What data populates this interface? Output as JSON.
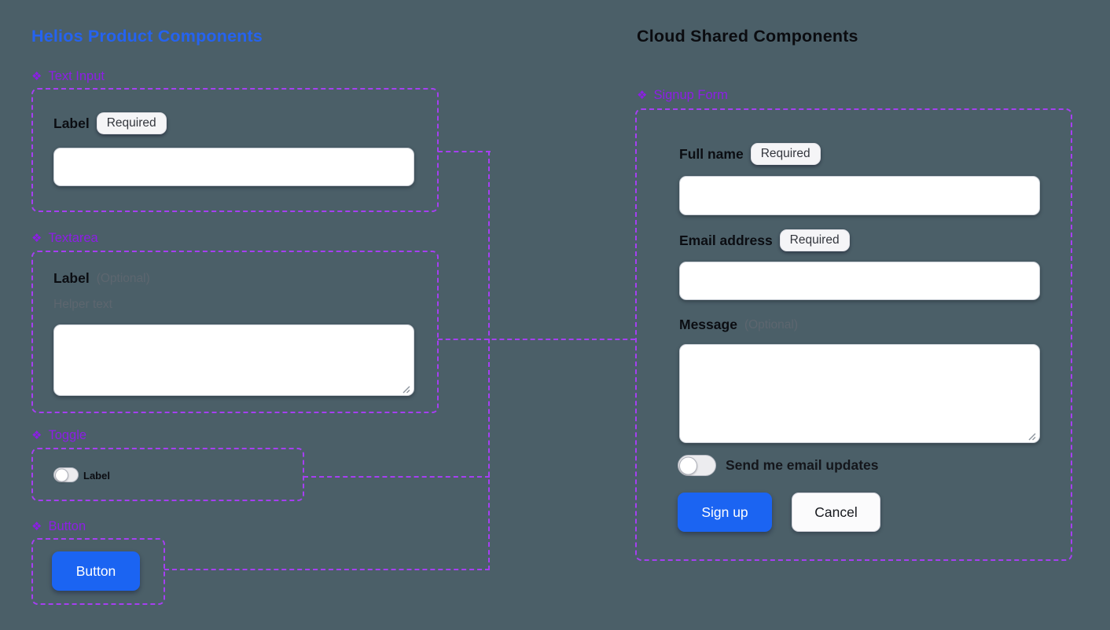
{
  "colors": {
    "background": "#4b5f68",
    "frame_dashed_purple": "#a63ff2",
    "component_label_purple": "#8d1ee6",
    "left_title_blue": "#2563f0",
    "right_title_black": "#0b0c10",
    "primary_button_blue": "#1b64f2",
    "badge_background": "#f5f5f7"
  },
  "icons": {
    "component_glyph": "❖"
  },
  "left_panel": {
    "title": "Helios Product Components",
    "components": {
      "text_input": {
        "name": "Text Input",
        "label": "Label",
        "badge": "Required"
      },
      "textarea": {
        "name": "Textarea",
        "label": "Label",
        "optional": "(Optional)",
        "helper": "Helper text"
      },
      "toggle": {
        "name": "Toggle",
        "label": "Label"
      },
      "button": {
        "name": "Button",
        "button_label": "Button"
      }
    }
  },
  "right_panel": {
    "title": "Cloud Shared Components",
    "component": {
      "name": "Signup Form",
      "fields": {
        "full_name": {
          "label": "Full name",
          "badge": "Required"
        },
        "email": {
          "label": "Email address",
          "badge": "Required"
        },
        "message": {
          "label": "Message",
          "optional": "(Optional)"
        }
      },
      "toggle_label": "Send me email updates",
      "primary_button": "Sign up",
      "secondary_button": "Cancel"
    }
  }
}
